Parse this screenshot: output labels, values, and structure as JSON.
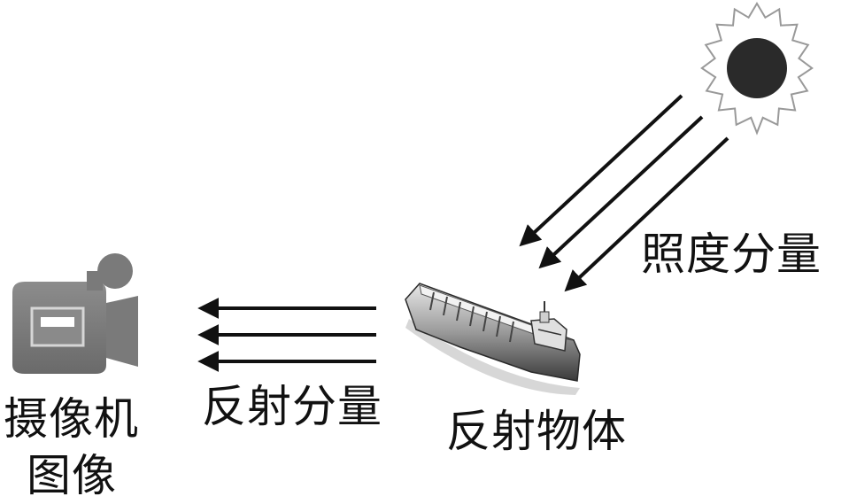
{
  "labels": {
    "illumination_component": "照度分量",
    "reflection_component": "反射分量",
    "reflective_object": "反射物体",
    "camera_image_line1": "摄像机",
    "camera_image_line2": "图像"
  },
  "icons": {
    "light_source": "sun-icon",
    "object": "ship-icon",
    "camera": "video-camera-icon"
  },
  "colors": {
    "arrow": "#111111",
    "camera_body": "#7a7a7a",
    "sun_core": "#2a2a2a",
    "text": "#111111"
  }
}
